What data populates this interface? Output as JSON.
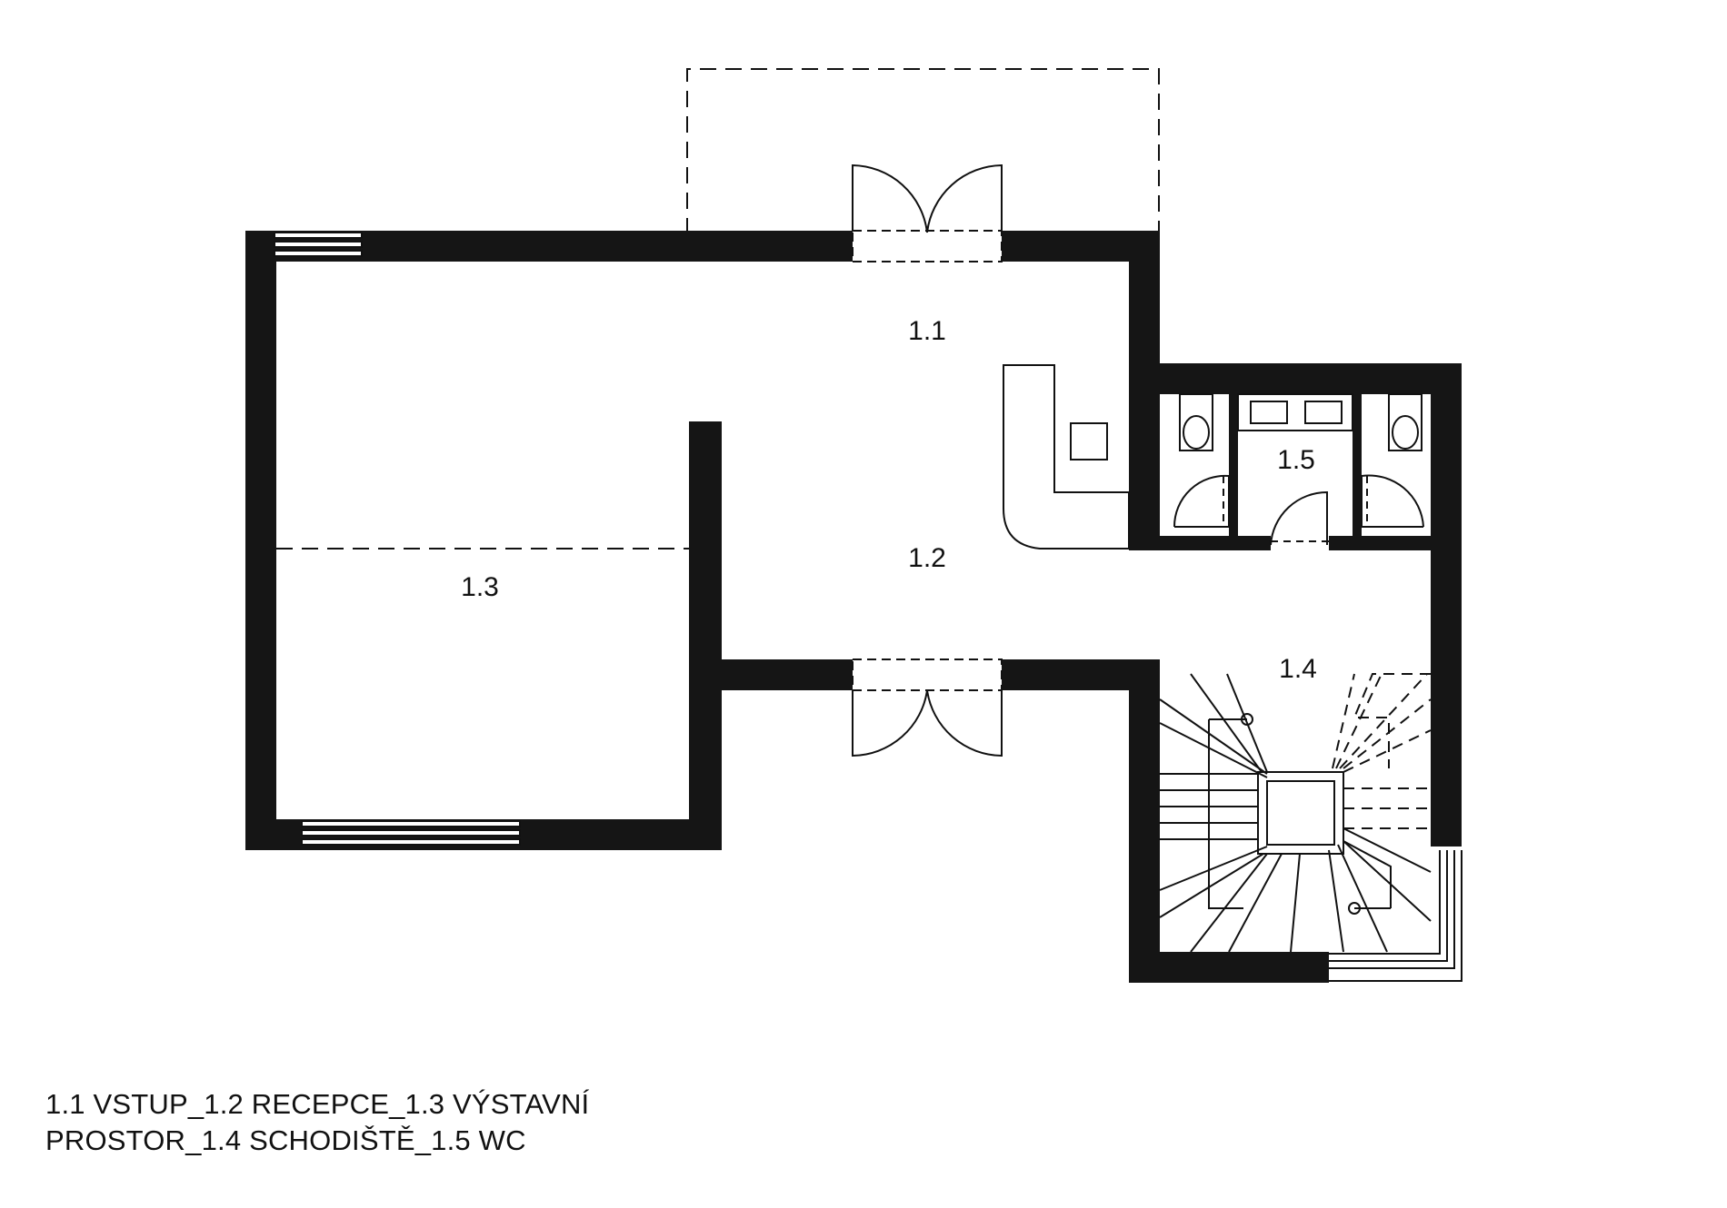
{
  "rooms": {
    "r11": "1.1",
    "r12": "1.2",
    "r13": "1.3",
    "r14": "1.4",
    "r15": "1.5"
  },
  "legend": {
    "line1": "1.1 VSTUP_1.2 RECEPCE_1.3 VÝSTAVNÍ",
    "line2": "PROSTOR_1.4 SCHODIŠTĚ_1.5 WC"
  }
}
